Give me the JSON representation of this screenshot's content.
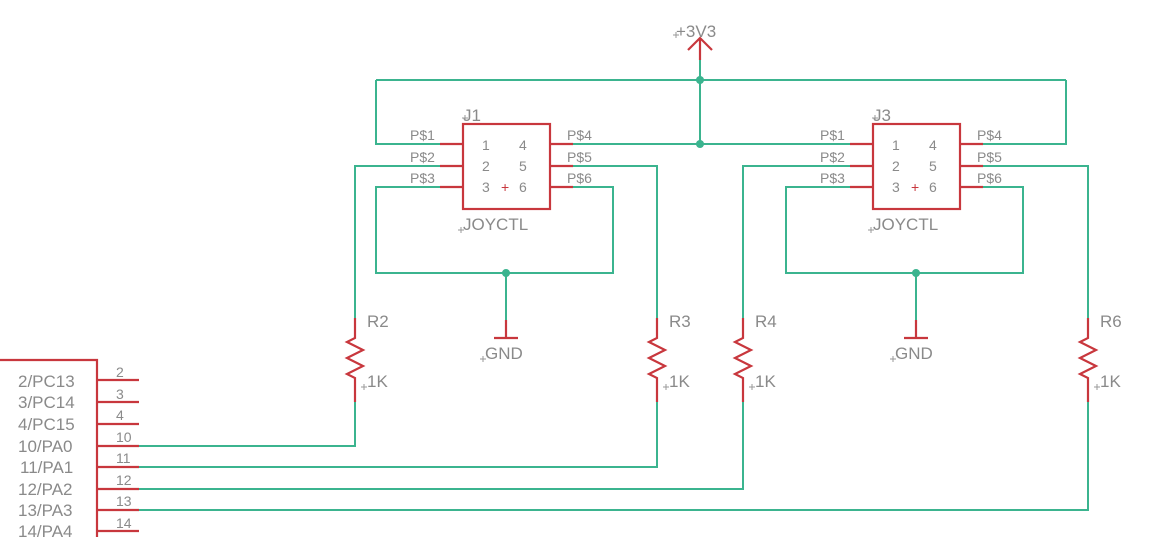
{
  "power": {
    "label": "+3V3"
  },
  "joysticks": [
    {
      "ref": "J1",
      "value": "JOYCTL",
      "left_pins": [
        "P$1",
        "P$2",
        "P$3"
      ],
      "right_pins": [
        "P$4",
        "P$5",
        "P$6"
      ],
      "inner_left": [
        "1",
        "2",
        "3"
      ],
      "inner_right": [
        "4",
        "5",
        "6"
      ],
      "plus": "+"
    },
    {
      "ref": "J3",
      "value": "JOYCTL",
      "left_pins": [
        "P$1",
        "P$2",
        "P$3"
      ],
      "right_pins": [
        "P$4",
        "P$5",
        "P$6"
      ],
      "inner_left": [
        "1",
        "2",
        "3"
      ],
      "inner_right": [
        "4",
        "5",
        "6"
      ],
      "plus": "+"
    }
  ],
  "grounds": [
    {
      "label": "GND"
    },
    {
      "label": "GND"
    }
  ],
  "resistors": [
    {
      "ref": "R2",
      "value": "1K"
    },
    {
      "ref": "R3",
      "value": "1K"
    },
    {
      "ref": "R4",
      "value": "1K"
    },
    {
      "ref": "R6",
      "value": "1K"
    }
  ],
  "header": {
    "pin_names": [
      "2/PC13",
      "3/PC14",
      "4/PC15",
      "10/PA0",
      "11/PA1",
      "12/PA2",
      "13/PA3",
      "14/PA4"
    ],
    "pin_numbers": [
      "2",
      "3",
      "4",
      "10",
      "11",
      "12",
      "13",
      "14"
    ]
  },
  "colors": {
    "wire": "#3bb48f",
    "part": "#c8373d",
    "text": "#8a8a8a"
  }
}
